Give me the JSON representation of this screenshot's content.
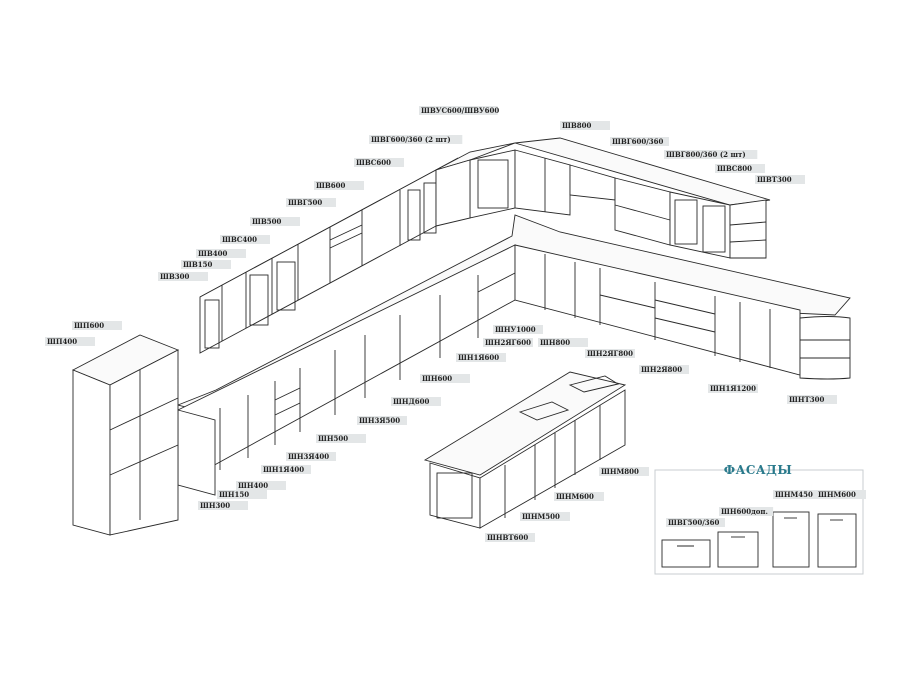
{
  "colors": {
    "line": "#2a2a2a",
    "label_bg": "#e3e6e7",
    "label_text": "#222222",
    "accent": "#2a7a8c"
  },
  "labels": [
    {
      "id": "shvus600",
      "text": "ШВУС600/ШВУ600"
    },
    {
      "id": "shv800",
      "text": "ШВ800"
    },
    {
      "id": "shvg600_360_2",
      "text": "ШВГ600/360 (2 шт)"
    },
    {
      "id": "shvg600_360",
      "text": "ШВГ600/360"
    },
    {
      "id": "shvs600",
      "text": "ШВС600"
    },
    {
      "id": "shvg800_360_2",
      "text": "ШВГ800/360 (2 шт)"
    },
    {
      "id": "shvs800",
      "text": "ШВС800"
    },
    {
      "id": "shvt300",
      "text": "ШВТ300"
    },
    {
      "id": "shv600",
      "text": "ШВ600"
    },
    {
      "id": "shvg500",
      "text": "ШВГ500"
    },
    {
      "id": "shv500",
      "text": "ШВ500"
    },
    {
      "id": "shvs400",
      "text": "ШВС400"
    },
    {
      "id": "shv400",
      "text": "ШВ400"
    },
    {
      "id": "shv150",
      "text": "ШВ150"
    },
    {
      "id": "shv300",
      "text": "ШВ300"
    },
    {
      "id": "shp600",
      "text": "ШП600"
    },
    {
      "id": "shp400",
      "text": "ШП400"
    },
    {
      "id": "shnu1000",
      "text": "ШНУ1000"
    },
    {
      "id": "shn2yag600",
      "text": "ШН2ЯГ600"
    },
    {
      "id": "shn800",
      "text": "ШН800"
    },
    {
      "id": "shn1ya600",
      "text": "ШН1Я600"
    },
    {
      "id": "shn2yag800",
      "text": "ШН2ЯГ800"
    },
    {
      "id": "shn2ya800",
      "text": "ШН2Я800"
    },
    {
      "id": "shn600",
      "text": "ШН600"
    },
    {
      "id": "shn1ya1200",
      "text": "ШН1Я1200"
    },
    {
      "id": "shnd600",
      "text": "ШНД600"
    },
    {
      "id": "shnt300",
      "text": "ШНТ300"
    },
    {
      "id": "shn3ya500",
      "text": "ШН3Я500"
    },
    {
      "id": "shn500",
      "text": "ШН500"
    },
    {
      "id": "shnm800",
      "text": "ШНМ800"
    },
    {
      "id": "shn3ya400",
      "text": "ШН3Я400"
    },
    {
      "id": "shn1ya400",
      "text": "ШН1Я400"
    },
    {
      "id": "shnm600",
      "text": "ШНМ600"
    },
    {
      "id": "shn400",
      "text": "ШН400"
    },
    {
      "id": "shn150",
      "text": "ШН150"
    },
    {
      "id": "shnm500",
      "text": "ШНМ500"
    },
    {
      "id": "shn300",
      "text": "ШН300"
    },
    {
      "id": "shnvt600",
      "text": "ШНВТ600"
    }
  ],
  "facades": {
    "title": "ФАСАДЫ",
    "items": [
      {
        "id": "f_shvg500",
        "text": "ШВГ500/360"
      },
      {
        "id": "f_shn600",
        "text": "ШН600доп."
      },
      {
        "id": "f_shnm450",
        "text": "ШНМ450"
      },
      {
        "id": "f_shnm600",
        "text": "ШНМ600"
      }
    ]
  }
}
